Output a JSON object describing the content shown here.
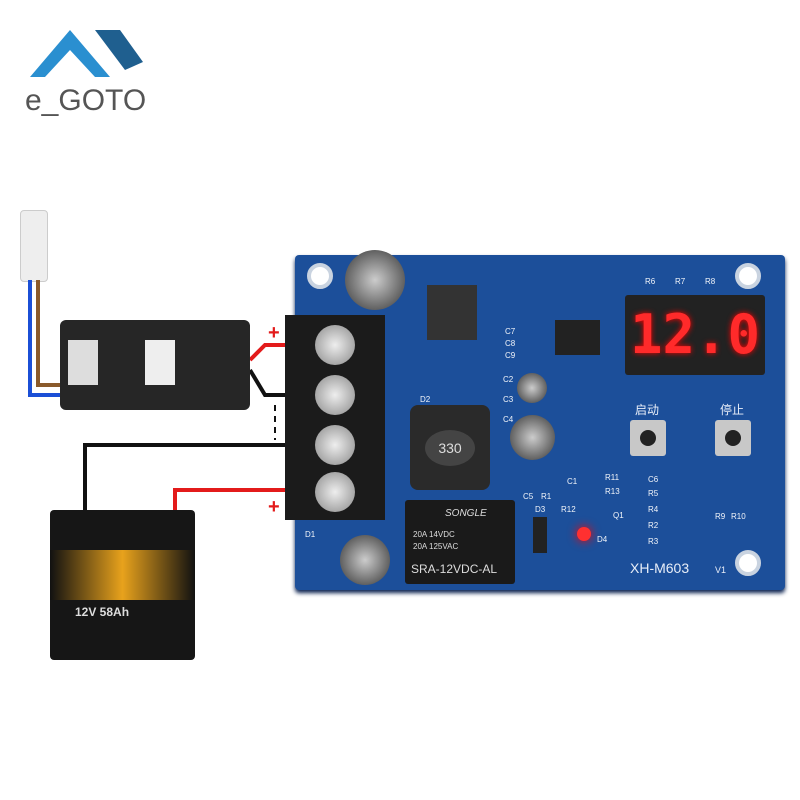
{
  "logo": {
    "brand": "e_GOTO",
    "colors": {
      "blue": "#2a8fd0",
      "dark_blue": "#1f5f8f",
      "accent": "#e53935"
    }
  },
  "board": {
    "model": "XH-M603",
    "version": "V1",
    "display_value": "12.0",
    "start_button_label": "启动",
    "stop_button_label": "停止",
    "inductor_label": "330",
    "relay": {
      "brand": "SONGLE",
      "rating1": "20A 14VDC",
      "rating2": "20A 125VAC",
      "model": "SRA-12VDC-AL"
    },
    "component_labels": [
      "R6",
      "R7",
      "R8",
      "C7",
      "C8",
      "C9",
      "C2",
      "C3",
      "C4",
      "D2",
      "C5",
      "R1",
      "C1",
      "R11",
      "R13",
      "R12",
      "Q1",
      "D3",
      "D4",
      "C6",
      "R5",
      "R4",
      "R2",
      "R3",
      "R9",
      "R10",
      "D1"
    ],
    "color": "#1c4f9a"
  },
  "wiring": {
    "plus_label": "+",
    "colors": {
      "positive": "#e31b1b",
      "negative": "#111111"
    }
  },
  "battery": {
    "label": "12V 58Ah"
  }
}
